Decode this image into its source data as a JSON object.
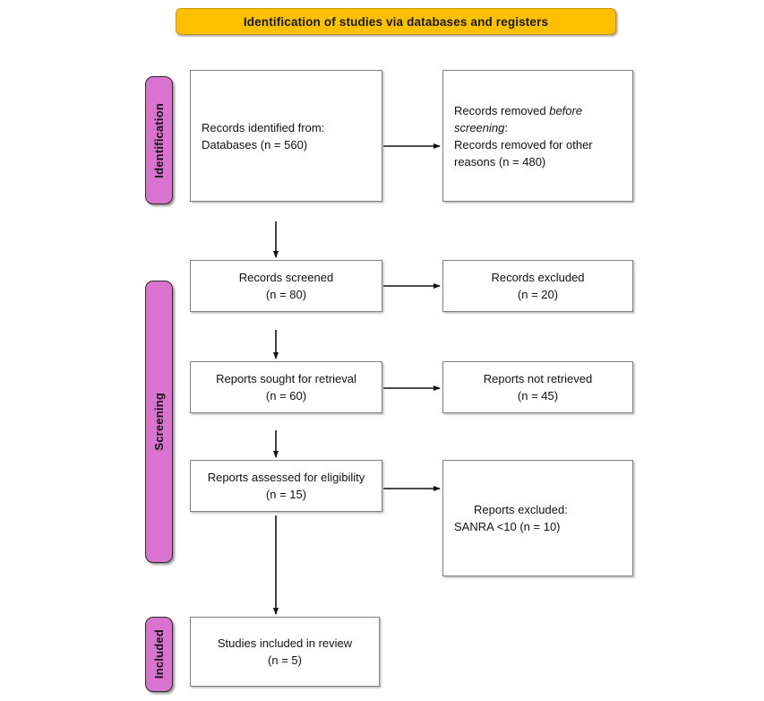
{
  "diagram": {
    "title": "Identification of studies via databases and registers",
    "type": "PRISMA flow diagram"
  },
  "colors": {
    "banner_fill": "#FFC000",
    "phase_bar_fill": "#D973CE",
    "box_border": "#808080",
    "text": "#111111"
  },
  "phases": [
    {
      "key": "identification",
      "label": "Identification"
    },
    {
      "key": "screening",
      "label": "Screening"
    },
    {
      "key": "included",
      "label": "Included"
    }
  ],
  "boxes": {
    "identified": {
      "line1": "Records identified from:",
      "line2": "Databases (n = 560)",
      "align": "left"
    },
    "removed_before_screening": {
      "line1_prefix": "Records removed ",
      "line1_italic": "before",
      "line2_italic": "screening",
      "line2_suffix": ":",
      "line3": "Records removed for other",
      "line4": "reasons (n = 480)",
      "align": "left"
    },
    "records_screened": {
      "line1": "Records screened",
      "line2": "(n = 80)",
      "align": "center"
    },
    "records_excluded": {
      "line1": "Records excluded",
      "line2": "(n = 20)",
      "align": "center"
    },
    "reports_sought": {
      "line1": "Reports sought for retrieval",
      "line2": "(n = 60)",
      "align": "center"
    },
    "reports_not_retrieved": {
      "line1": "Reports not retrieved",
      "line2": "(n = 45)",
      "align": "center"
    },
    "reports_assessed": {
      "line1": "Reports assessed for eligibility",
      "line2": "(n = 15)",
      "align": "center"
    },
    "reports_excluded": {
      "line1": "Reports excluded:",
      "line2": "SANRA <10 (n = 10)",
      "align": "left"
    },
    "studies_included": {
      "line1": "Studies included in review",
      "line2": "(n = 5)",
      "align": "center"
    }
  },
  "counts": {
    "databases_identified": 560,
    "removed_other_reasons": 480,
    "records_screened": 80,
    "records_excluded": 20,
    "reports_sought": 60,
    "reports_not_retrieved": 45,
    "reports_assessed": 15,
    "reports_excluded": 10,
    "studies_included": 5
  },
  "connectors": [
    {
      "name": "identified-to-removed",
      "direction": "right"
    },
    {
      "name": "identified-to-screened",
      "direction": "down"
    },
    {
      "name": "screened-to-excluded",
      "direction": "right"
    },
    {
      "name": "screened-to-sought",
      "direction": "down"
    },
    {
      "name": "sought-to-not-retrieved",
      "direction": "right"
    },
    {
      "name": "sought-to-assessed",
      "direction": "down"
    },
    {
      "name": "assessed-to-reports-excluded",
      "direction": "right"
    },
    {
      "name": "assessed-to-included",
      "direction": "down"
    }
  ]
}
